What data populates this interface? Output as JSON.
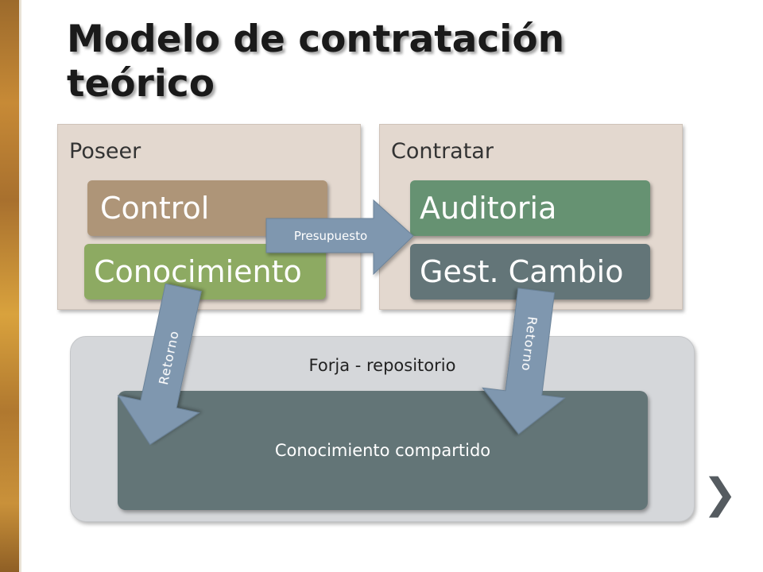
{
  "slide": {
    "title": "Modelo de contratación teórico",
    "poseer": {
      "label": "Poseer",
      "items": [
        "Control",
        "Conocimiento"
      ]
    },
    "contratar": {
      "label": "Contratar",
      "items": [
        "Auditoria",
        "Gest. Cambio"
      ]
    },
    "forja": {
      "label": "Forja - repositorio",
      "shared": "Conocimiento compartido"
    },
    "arrows": {
      "budget": "Presupuesto",
      "return_left": "Retorno",
      "return_right": "Retorno"
    },
    "nav": {
      "next_icon": "chevron-right-icon",
      "glyph": "❯"
    },
    "colors": {
      "control": "#ae9578",
      "conocimiento": "#8daa62",
      "auditoria": "#669272",
      "cambio": "#637578",
      "arrow": "#7f97af",
      "shared": "#637577"
    }
  }
}
